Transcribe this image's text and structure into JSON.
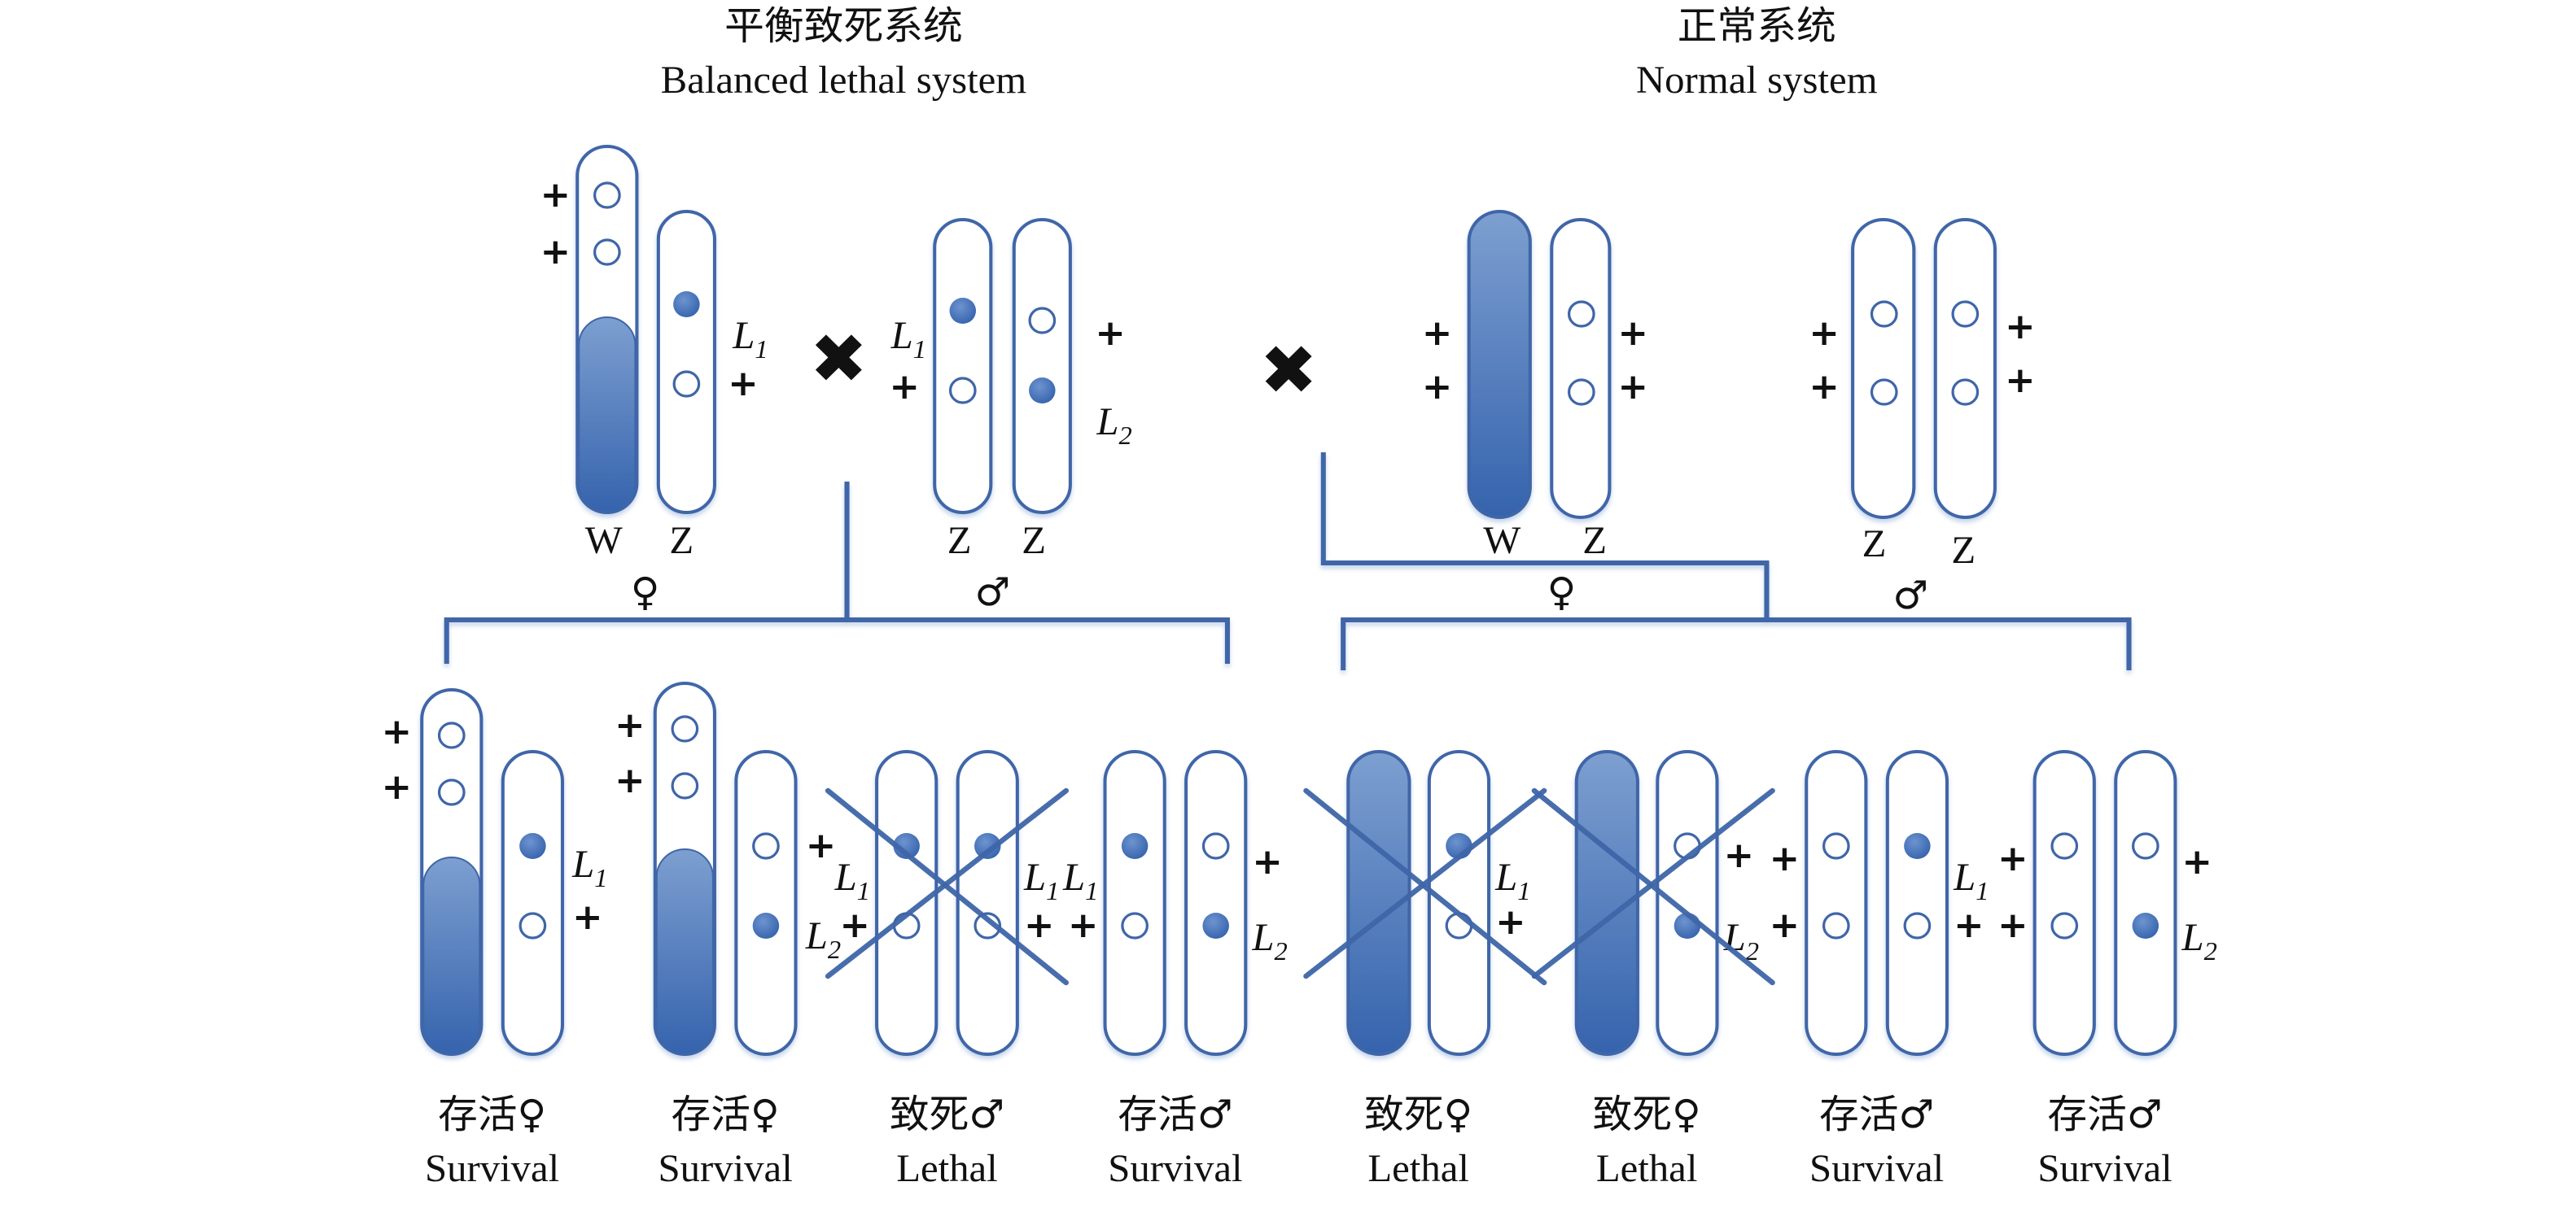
{
  "titles": {
    "left": {
      "zh": "平衡致死系统",
      "en": "Balanced lethal system"
    },
    "right": {
      "zh": "正常系统",
      "en": "Normal system"
    }
  },
  "symbols": {
    "cross": "✖",
    "female": "♀",
    "male": "♂",
    "plus": "+"
  },
  "colors": {
    "chromosome_outline": "#3f66a8",
    "fill_dark": "#3c68b0",
    "fill_light": "#7d9fd0",
    "line": "#3f66a8",
    "text": "#111111"
  },
  "parents": {
    "left": {
      "female": {
        "sex": "♀",
        "chromosomes": [
          {
            "label": "W",
            "type": "W-partial",
            "loci": [
              {
                "state": "open",
                "allele": "+"
              },
              {
                "state": "open",
                "allele": "+"
              }
            ]
          },
          {
            "label": "Z",
            "type": "Z",
            "loci": [
              {
                "state": "filled",
                "allele": "L",
                "sub": "1"
              },
              {
                "state": "open",
                "allele": "+"
              }
            ]
          }
        ]
      },
      "male": {
        "sex": "♂",
        "chromosomes": [
          {
            "label": "Z",
            "type": "Z",
            "loci": [
              {
                "state": "filled",
                "allele": "L",
                "sub": "1"
              },
              {
                "state": "open",
                "allele": "+"
              }
            ]
          },
          {
            "label": "Z",
            "type": "Z",
            "loci": [
              {
                "state": "open",
                "allele": "+"
              },
              {
                "state": "filled",
                "allele": "L",
                "sub": "2"
              }
            ]
          }
        ]
      }
    },
    "right": {
      "female": {
        "sex": "♀",
        "chromosomes": [
          {
            "label": "W",
            "type": "W-solid",
            "loci": [
              {
                "allele": "+"
              },
              {
                "allele": "+"
              }
            ]
          },
          {
            "label": "Z",
            "type": "Z",
            "loci": [
              {
                "state": "open",
                "allele": "+"
              },
              {
                "state": "open",
                "allele": "+"
              }
            ]
          }
        ]
      },
      "male": {
        "sex": "♂",
        "chromosomes": [
          {
            "label": "Z",
            "type": "Z",
            "loci": [
              {
                "state": "open",
                "allele": "+"
              },
              {
                "state": "open",
                "allele": "+"
              }
            ]
          },
          {
            "label": "Z",
            "type": "Z",
            "loci": [
              {
                "state": "open",
                "allele": "+"
              },
              {
                "state": "open",
                "allele": "+"
              }
            ]
          }
        ]
      }
    }
  },
  "offspring": [
    {
      "outcome_zh": "存活",
      "sex": "♀",
      "outcome_en": "Survival",
      "crossed": false,
      "pair": "W-partial/Z",
      "z_loci": [
        {
          "state": "filled",
          "allele": "L",
          "sub": "1"
        },
        {
          "state": "open",
          "allele": "+"
        }
      ]
    },
    {
      "outcome_zh": "存活",
      "sex": "♀",
      "outcome_en": "Survival",
      "crossed": false,
      "pair": "W-partial/Z",
      "z_loci": [
        {
          "state": "open",
          "allele": "+"
        },
        {
          "state": "filled",
          "allele": "L",
          "sub": "2"
        }
      ]
    },
    {
      "outcome_zh": "致死",
      "sex": "♂",
      "outcome_en": "Lethal",
      "crossed": true,
      "pair": "Z/Z",
      "loci_a": [
        {
          "state": "filled",
          "allele": "L",
          "sub": "1"
        },
        {
          "state": "open",
          "allele": "+"
        }
      ],
      "loci_b": [
        {
          "state": "filled",
          "allele": "L",
          "sub": "1"
        },
        {
          "state": "open",
          "allele": "+"
        }
      ]
    },
    {
      "outcome_zh": "存活",
      "sex": "♂",
      "outcome_en": "Survival",
      "crossed": false,
      "pair": "Z/Z",
      "loci_a": [
        {
          "state": "filled",
          "allele": "L",
          "sub": "1"
        },
        {
          "state": "open",
          "allele": "+"
        }
      ],
      "loci_b": [
        {
          "state": "open",
          "allele": "+"
        },
        {
          "state": "filled",
          "allele": "L",
          "sub": "2"
        }
      ]
    },
    {
      "outcome_zh": "致死",
      "sex": "♀",
      "outcome_en": "Lethal",
      "crossed": true,
      "pair": "W-solid/Z",
      "z_loci": [
        {
          "state": "filled",
          "allele": "L",
          "sub": "1"
        },
        {
          "state": "open",
          "allele": "+"
        }
      ]
    },
    {
      "outcome_zh": "致死",
      "sex": "♀",
      "outcome_en": "Lethal",
      "crossed": true,
      "pair": "W-solid/Z",
      "z_loci": [
        {
          "state": "open",
          "allele": "+"
        },
        {
          "state": "filled",
          "allele": "L",
          "sub": "2"
        }
      ]
    },
    {
      "outcome_zh": "存活",
      "sex": "♂",
      "outcome_en": "Survival",
      "crossed": false,
      "pair": "Z/Z",
      "loci_a": [
        {
          "state": "open",
          "allele": "+"
        },
        {
          "state": "open",
          "allele": "+"
        }
      ],
      "loci_b": [
        {
          "state": "filled",
          "allele": "L",
          "sub": "1"
        },
        {
          "state": "open",
          "allele": "+"
        }
      ]
    },
    {
      "outcome_zh": "存活",
      "sex": "♂",
      "outcome_en": "Survival",
      "crossed": false,
      "pair": "Z/Z",
      "loci_a": [
        {
          "state": "open",
          "allele": "+"
        },
        {
          "state": "open",
          "allele": "+"
        }
      ],
      "loci_b": [
        {
          "state": "open",
          "allele": "+"
        },
        {
          "state": "filled",
          "allele": "L",
          "sub": "2"
        }
      ]
    }
  ]
}
